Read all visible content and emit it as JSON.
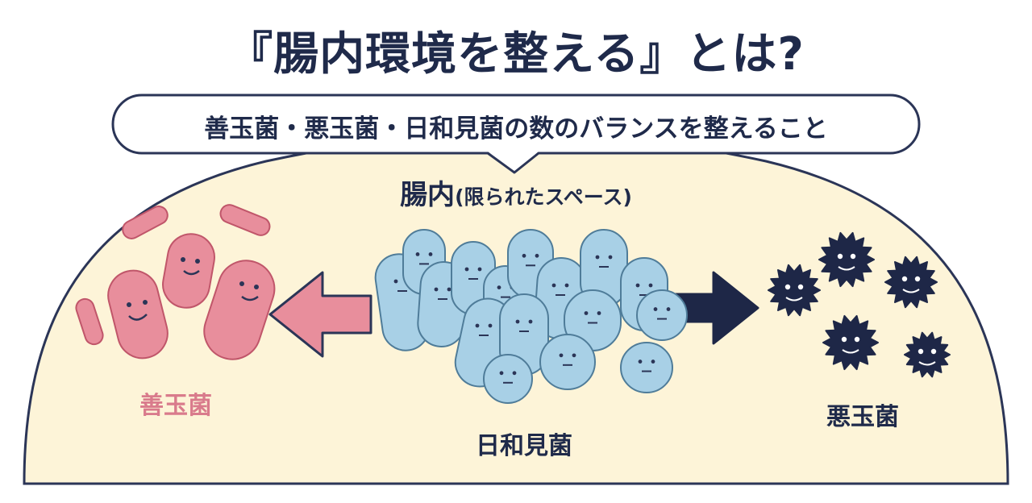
{
  "title": "『腸内環境を整える』とは?",
  "bubble_text": "善玉菌・悪玉菌・日和見菌の数のバランスを整えること",
  "space_label": {
    "main": "腸内",
    "sub": "(限られたスペース)"
  },
  "groups": {
    "good": "善玉菌",
    "neutral": "日和見菌",
    "bad": "悪玉菌"
  },
  "colors": {
    "space_fill": "#fdf4d8",
    "outline": "#2b3557",
    "good": "#e88e9c",
    "neutral": "#a8d0e6",
    "bad": "#1e2747",
    "text": "#1f2a4a"
  },
  "icons": [
    "good-bacteria-icon",
    "neutral-bacteria-icon",
    "bad-bacteria-icon",
    "pull-left-arrow-icon",
    "push-right-arrow-icon"
  ]
}
